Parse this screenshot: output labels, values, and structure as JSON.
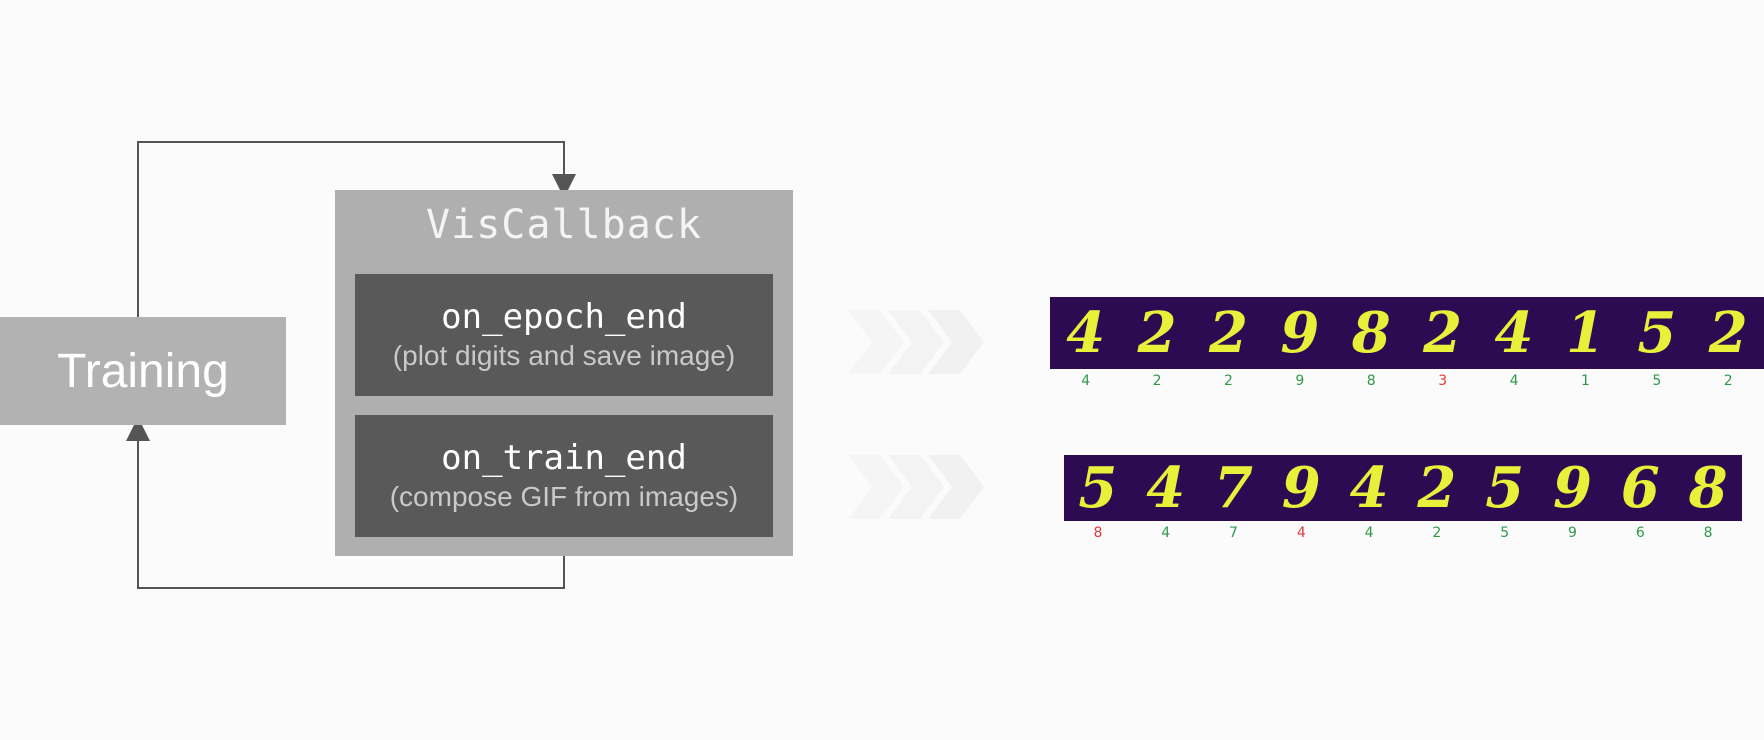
{
  "training": {
    "label": "Training"
  },
  "viscallback": {
    "title": "VisCallback",
    "methods": [
      {
        "name": "on_epoch_end",
        "description": "(plot digits and save image)"
      },
      {
        "name": "on_train_end",
        "description": "(compose GIF from images)"
      }
    ]
  },
  "colors": {
    "correct_label": "#2e9a4a",
    "wrong_label": "#e03a3a",
    "digit": "#e8f03a",
    "strip_background": "#2e0a52"
  },
  "strips": [
    {
      "digits": [
        "4",
        "2",
        "2",
        "9",
        "8",
        "2",
        "4",
        "1",
        "5",
        "2"
      ],
      "labels": [
        {
          "text": "4",
          "correct": true
        },
        {
          "text": "2",
          "correct": true
        },
        {
          "text": "2",
          "correct": true
        },
        {
          "text": "9",
          "correct": true
        },
        {
          "text": "8",
          "correct": true
        },
        {
          "text": "3",
          "correct": false
        },
        {
          "text": "4",
          "correct": true
        },
        {
          "text": "1",
          "correct": true
        },
        {
          "text": "5",
          "correct": true
        },
        {
          "text": "2",
          "correct": true
        }
      ]
    },
    {
      "digits": [
        "5",
        "4",
        "7",
        "9",
        "4",
        "2",
        "5",
        "9",
        "6",
        "8"
      ],
      "labels": [
        {
          "text": "8",
          "correct": false
        },
        {
          "text": "4",
          "correct": true
        },
        {
          "text": "7",
          "correct": true
        },
        {
          "text": "4",
          "correct": false
        },
        {
          "text": "4",
          "correct": true
        },
        {
          "text": "2",
          "correct": true
        },
        {
          "text": "5",
          "correct": true
        },
        {
          "text": "9",
          "correct": true
        },
        {
          "text": "6",
          "correct": true
        },
        {
          "text": "8",
          "correct": true
        }
      ]
    }
  ]
}
